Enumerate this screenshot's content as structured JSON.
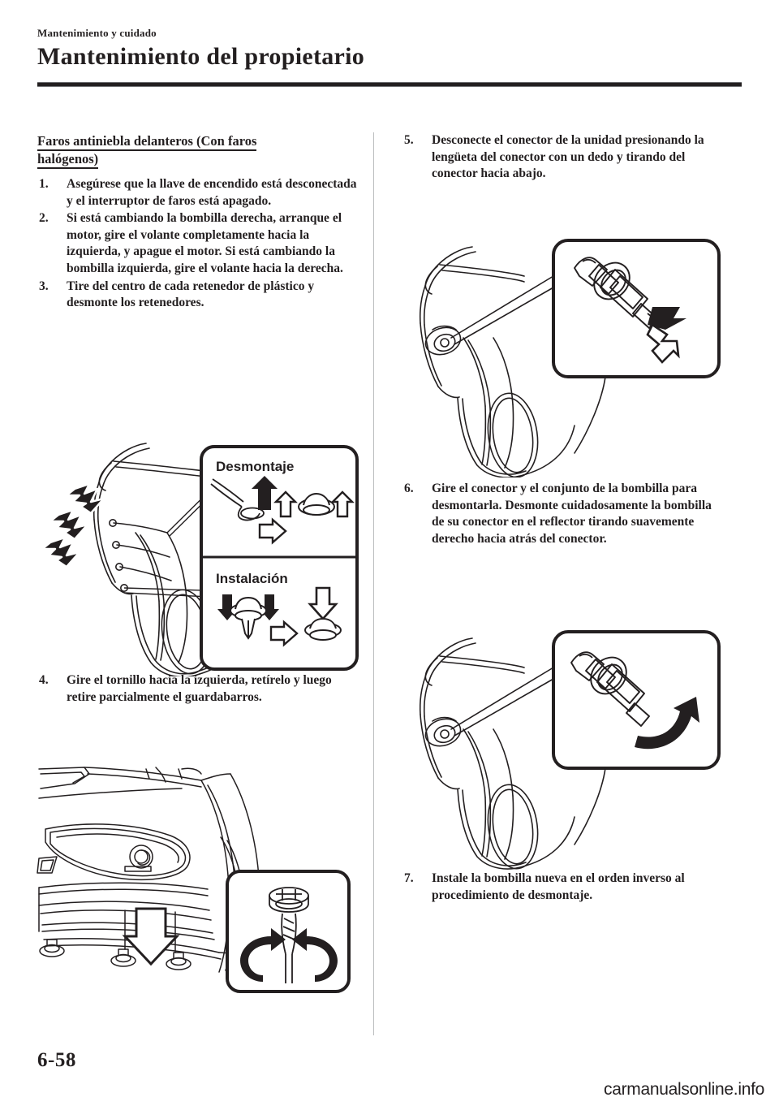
{
  "header": {
    "eyebrow": "Mantenimiento y cuidado",
    "title": "Mantenimiento del propietario"
  },
  "left_column": {
    "section_heading_line1": "Faros antiniebla delanteros (Con faros",
    "section_heading_line2": "halógenos)",
    "steps": [
      {
        "number": "1.",
        "text": "Asegúrese que la llave de encendido está desconectada y el interruptor de faros está apagado."
      },
      {
        "number": "2.",
        "text": "Si está cambiando la bombilla derecha, arranque el motor, gire el volante completamente hacia la izquierda, y apague el motor. Si está cambiando la bombilla izquierda, gire el volante hacia la derecha."
      },
      {
        "number": "3.",
        "text": "Tire del centro de cada retenedor de plástico y desmonte los retenedores."
      },
      {
        "number": "4.",
        "text": "Gire el tornillo hacia la izquierda, retírelo y luego retire parcialmente el guardabarros."
      }
    ],
    "retainer_panel": {
      "removal_label": "Desmontaje",
      "install_label": "Instalación"
    }
  },
  "right_column": {
    "steps": [
      {
        "number": "5.",
        "text": "Desconecte el conector de la unidad presionando la lengüeta del conector con un dedo y tirando del conector hacia abajo."
      },
      {
        "number": "6.",
        "text": "Gire el conector y el conjunto de la bombilla para desmontarla. Desmonte cuidadosamente la bombilla de su conector en el reflector tirando suavemente derecho hacia atrás del conector."
      },
      {
        "number": "7.",
        "text": "Instale la bombilla nueva en el orden inverso al procedimiento de desmontaje."
      }
    ]
  },
  "footer": {
    "page_number": "6-58",
    "watermark": "carmanualsonline.info"
  },
  "colors": {
    "ink": "#231f20",
    "rule": "#6d6e71",
    "divider": "#bcbec0"
  }
}
